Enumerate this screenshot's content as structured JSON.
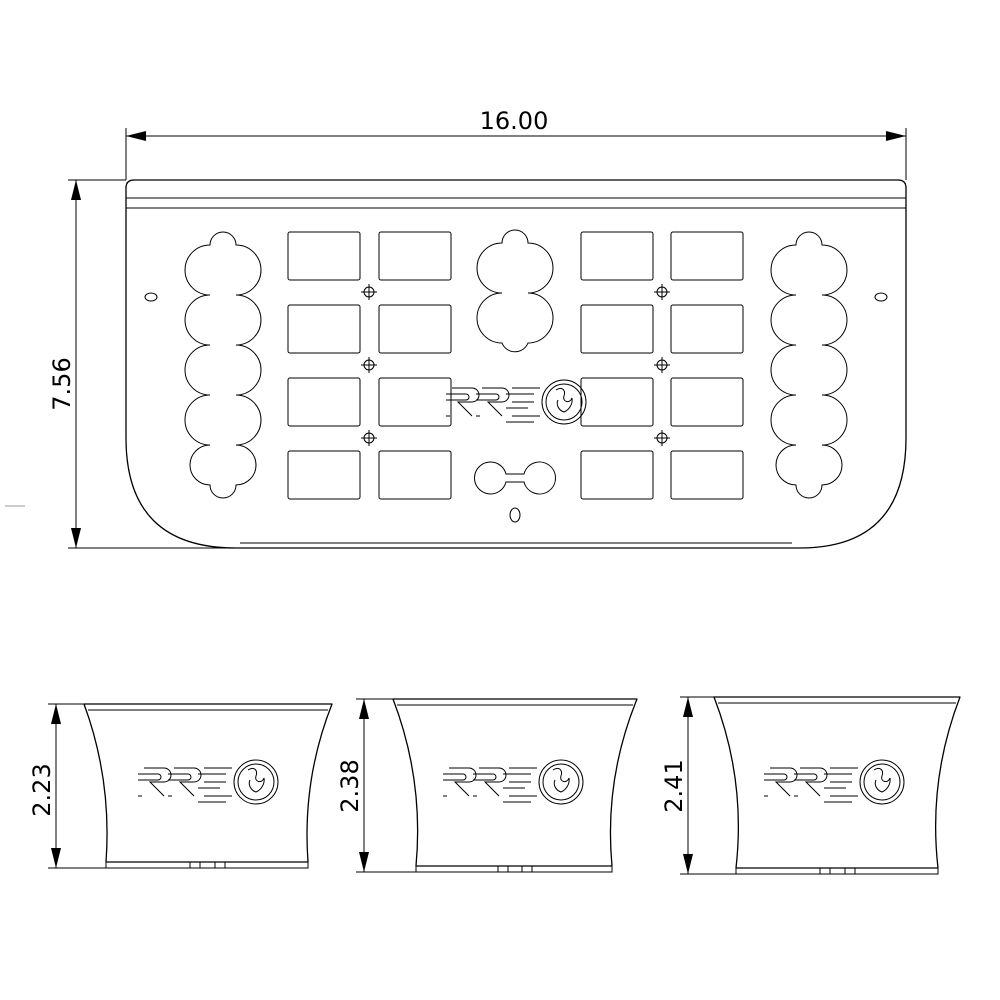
{
  "main_view": {
    "width_label": "16.00",
    "height_label": "7.56",
    "logo_label": "RRE"
  },
  "side_views": [
    {
      "height_label": "2.23",
      "logo_label": "RRE"
    },
    {
      "height_label": "2.38",
      "logo_label": "RRE"
    },
    {
      "height_label": "2.41",
      "logo_label": "RRE"
    }
  ]
}
